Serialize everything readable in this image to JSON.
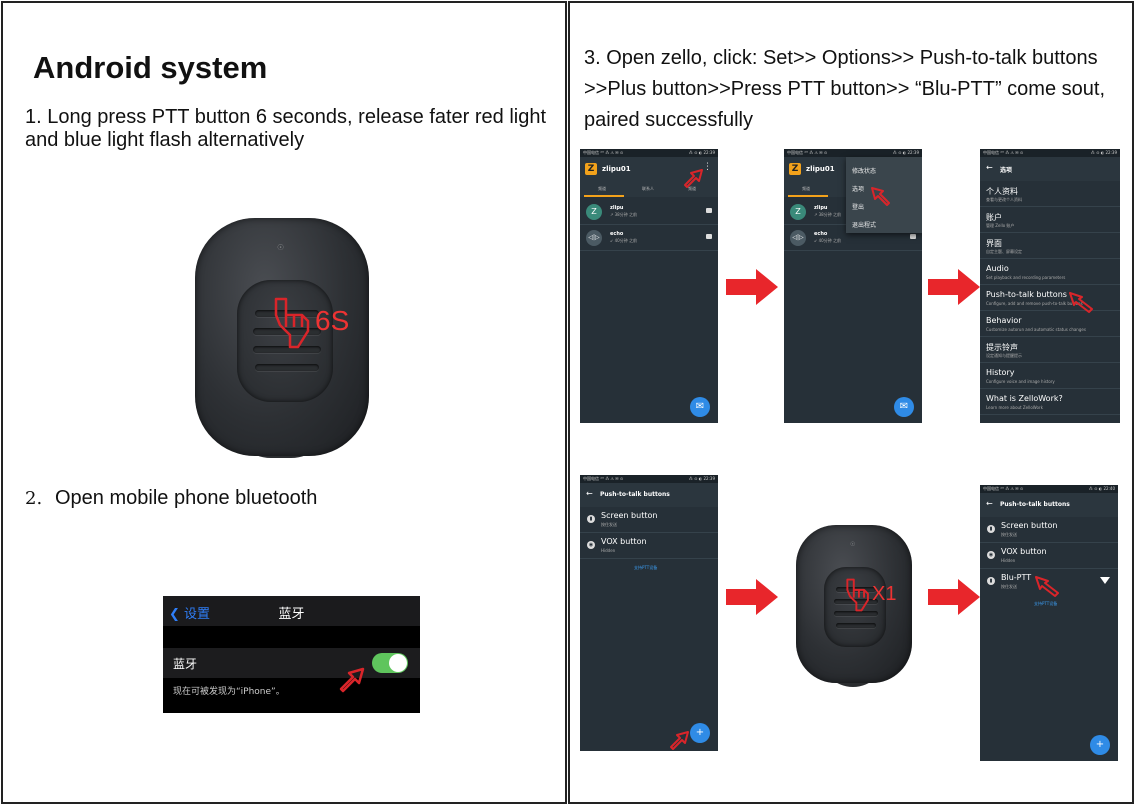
{
  "left": {
    "title": "Android system",
    "step1": "1.  Long press PTT button 6 seconds, release fater red  light and blue light flash alternatively",
    "device_mark": "6S",
    "step2_num": "2.",
    "step2_text": "Open mobile phone bluetooth",
    "bluetooth": {
      "back_label": "设置",
      "bar_title": "蓝牙",
      "row_label": "蓝牙",
      "discoverable_note": "现在可被发现为“iPhone”。",
      "toggle_on": true
    }
  },
  "right": {
    "step3": "3.  Open zello, click: Set>> Options>>  Push-to-talk buttons >>Plus button>>Press PTT button>> “Blu-PTT” come sout, paired successfully",
    "device_mark": "X1",
    "phones": {
      "common": {
        "status_left": "中国电信 ⁴ᴳ ⁂ ⚠ ✉ ⊙",
        "status_right_1": "⁂ ⊙ ◐ 22:39",
        "status_right_2": "⁂ ⊙ ◐ 22:40"
      },
      "main": {
        "app_title": "zlipu01",
        "tabs": [
          "频道",
          "联系人",
          "频道"
        ],
        "contacts": [
          {
            "name": "zlipu",
            "status": "↗ 38分钟 之前",
            "avatar": "Z"
          },
          {
            "name": "echo",
            "status": "↙ 40分钟 之前",
            "avatar": "◁|▷"
          }
        ],
        "menu": [
          "修改状态",
          "选项",
          "登出",
          "退出程式"
        ]
      },
      "options": {
        "title": "选项",
        "items": [
          {
            "title": "个人资料",
            "sub": "查看与更改个人资料"
          },
          {
            "title": "账户",
            "sub": "管理 Zello 账户"
          },
          {
            "title": "界面",
            "sub": "自定主题、屏幕设定"
          },
          {
            "title": "Audio",
            "sub": "Set playback and recording parameters"
          },
          {
            "title": "Push-to-talk buttons",
            "sub": "Configure, add and remove push-to-talk buttons"
          },
          {
            "title": "Behavior",
            "sub": "Customize autorun and automatic status changes"
          },
          {
            "title": "提示铃声",
            "sub": "设定通知与提醒提示"
          },
          {
            "title": "History",
            "sub": "Configure voice and image history"
          },
          {
            "title": "What is ZelloWork?",
            "sub": "Learn more about ZelloWork"
          }
        ]
      },
      "ptt": {
        "title": "Push-to-talk buttons",
        "buttons": [
          {
            "title": "Screen button",
            "sub": "按住发送"
          },
          {
            "title": "VOX button",
            "sub": "Hidden"
          }
        ],
        "link": "支持PTT设备"
      },
      "ptt_paired": {
        "title": "Push-to-talk buttons",
        "buttons": [
          {
            "title": "Screen button",
            "sub": "按住发送"
          },
          {
            "title": "VOX button",
            "sub": "Hidden"
          },
          {
            "title": "Blu-PTT",
            "sub": "按住发送"
          }
        ],
        "link": "支持PTT设备"
      }
    }
  },
  "colors": {
    "arrow_red": "#e8262b",
    "pointer_red": "#d9252a",
    "zello_bg": "#263038",
    "zello_accent": "#f3a21b",
    "fab_blue": "#2f8be6",
    "ios_green": "#5fc55d",
    "ios_blue": "#2f7ef7"
  },
  "icons": [
    "hand-pointer-icon",
    "right-arrow-icon",
    "chevron-left-icon",
    "plus-icon",
    "chat-icon",
    "menu-dots-icon",
    "back-arrow-icon"
  ]
}
